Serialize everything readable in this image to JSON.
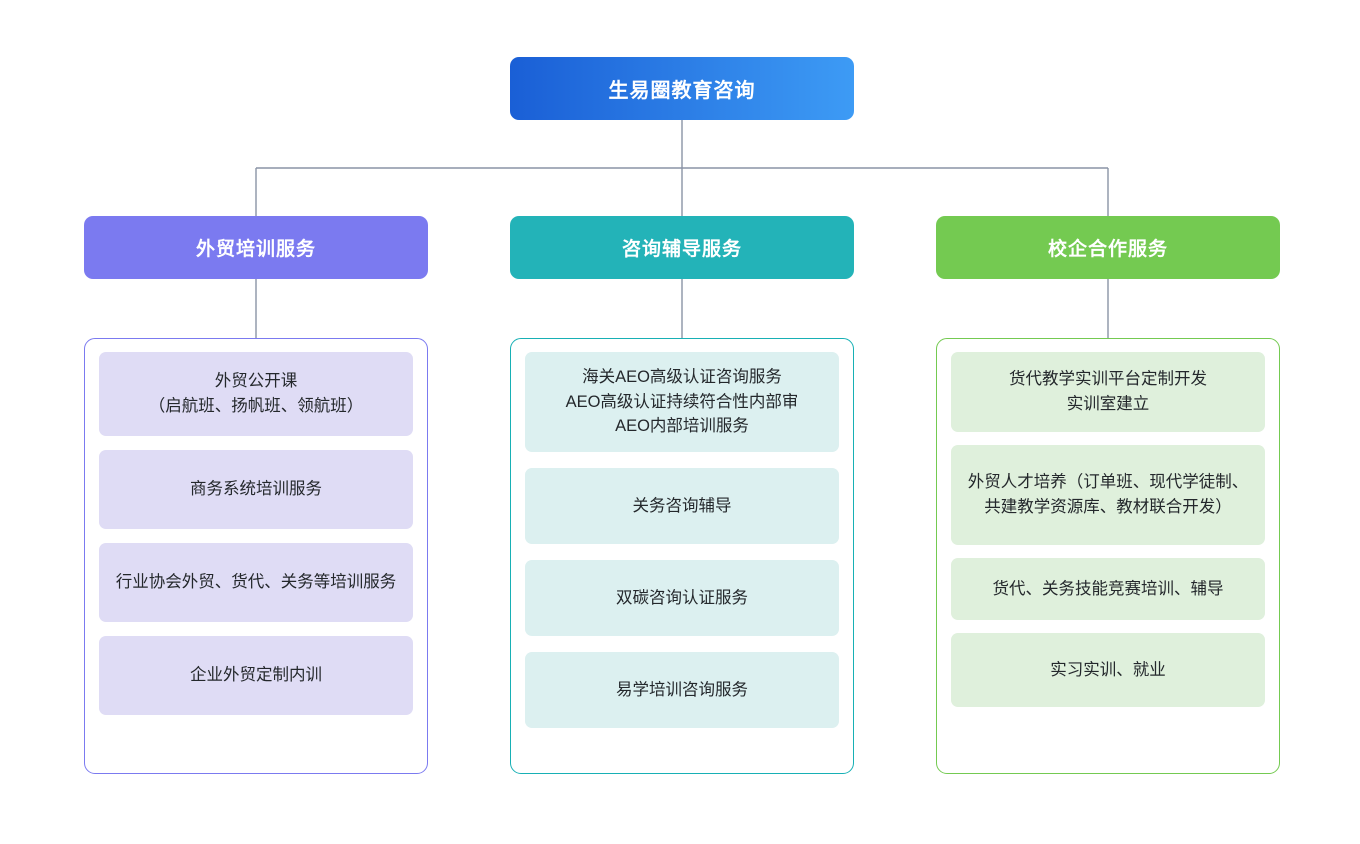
{
  "diagram": {
    "type": "organization-tree",
    "orientation": "top-down",
    "levels": 3,
    "connector_color": "#8a93a5"
  },
  "root": {
    "label": "生易圈教育咨询",
    "gradient_from": "#1a5fd6",
    "gradient_to": "#3d9bf5"
  },
  "branches": [
    {
      "id": "training",
      "header": "外贸培训服务",
      "header_color": "#7b7af0",
      "border_color": "#7b7af0",
      "card_bg": "#dfdcf5",
      "items": [
        "外贸公开课\n（启航班、扬帆班、领航班）",
        "商务系统培训服务",
        "行业协会外贸、货代、关务等培训服务",
        "企业外贸定制内训"
      ]
    },
    {
      "id": "consulting",
      "header": "咨询辅导服务",
      "header_color": "#23b3b8",
      "border_color": "#17b0b5",
      "card_bg": "#dcf0f0",
      "items": [
        "海关AEO高级认证咨询服务\nAEO高级认证持续符合性内部审\nAEO内部培训服务",
        "关务咨询辅导",
        "双碳咨询认证服务",
        "易学培训咨询服务"
      ]
    },
    {
      "id": "school-enterprise",
      "header": "校企合作服务",
      "header_color": "#74ca51",
      "border_color": "#74ca51",
      "card_bg": "#dff0dc",
      "items": [
        "货代教学实训平台定制开发\n实训室建立",
        "外贸人才培养（订单班、现代学徒制、共建教学资源库、教材联合开发）",
        "货代、关务技能竞赛培训、辅导",
        "实习实训、就业"
      ]
    }
  ]
}
